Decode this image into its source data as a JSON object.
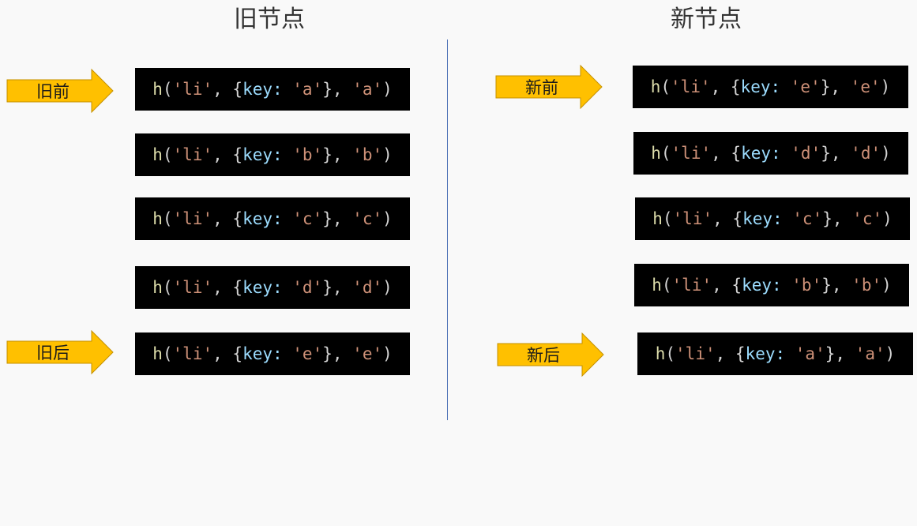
{
  "titles": {
    "old": "旧节点",
    "new": "新节点"
  },
  "arrows": {
    "old_start": "旧前",
    "old_end": "旧后",
    "new_start": "新前",
    "new_end": "新后"
  },
  "colors": {
    "arrow_fill": "#ffc000",
    "arrow_stroke": "#c59100",
    "divider": "#4a6fb5",
    "code_bg": "#000000"
  },
  "code_tokens": {
    "fn": "h",
    "open": "(",
    "tag": "'li'",
    "comma": ", ",
    "brace_open": "{",
    "key_label": "key: ",
    "brace_close": "}",
    "close": ")"
  },
  "old_nodes": [
    {
      "key": "'a'",
      "text": "'a'"
    },
    {
      "key": "'b'",
      "text": "'b'"
    },
    {
      "key": "'c'",
      "text": "'c'"
    },
    {
      "key": "'d'",
      "text": "'d'"
    },
    {
      "key": "'e'",
      "text": "'e'"
    }
  ],
  "new_nodes": [
    {
      "key": "'e'",
      "text": "'e'"
    },
    {
      "key": "'d'",
      "text": "'d'"
    },
    {
      "key": "'c'",
      "text": "'c'"
    },
    {
      "key": "'b'",
      "text": "'b'"
    },
    {
      "key": "'a'",
      "text": "'a'"
    }
  ]
}
